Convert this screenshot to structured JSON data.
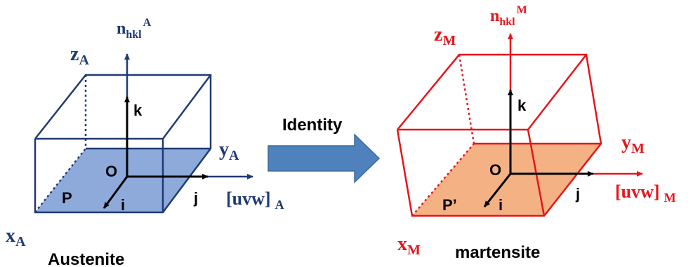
{
  "colors": {
    "austenite": "#1f3b73",
    "austenite_plane_fill": "#8eaadb",
    "martensite": "#e8141b",
    "martensite_plane_fill": "#f4b183",
    "arrow_fill": "#4f81bd",
    "black": "#000000"
  },
  "austenite": {
    "axis_z": "z",
    "axis_z_sub": "A",
    "axis_y": "y",
    "axis_y_sub": "A",
    "axis_x": "x",
    "axis_x_sub": "A",
    "normal": "n",
    "normal_sub": "hkl",
    "normal_sup": "A",
    "direction": "[uvw]",
    "direction_sub": "A",
    "origin": "O",
    "k": "k",
    "i": "i",
    "j": "j",
    "plane": "P",
    "title": "Austenite"
  },
  "transform": {
    "label": "Identity"
  },
  "martensite": {
    "axis_z": "z",
    "axis_z_sub": "M",
    "axis_y": "y",
    "axis_y_sub": "M",
    "axis_x": "x",
    "axis_x_sub": "M",
    "normal": "n",
    "normal_sub": "hkl",
    "normal_sup": "M",
    "direction": "[uvw]",
    "direction_sub": "M",
    "origin": "O",
    "k": "k",
    "i": "i",
    "j": "j",
    "plane": "P’",
    "title": "martensite"
  }
}
